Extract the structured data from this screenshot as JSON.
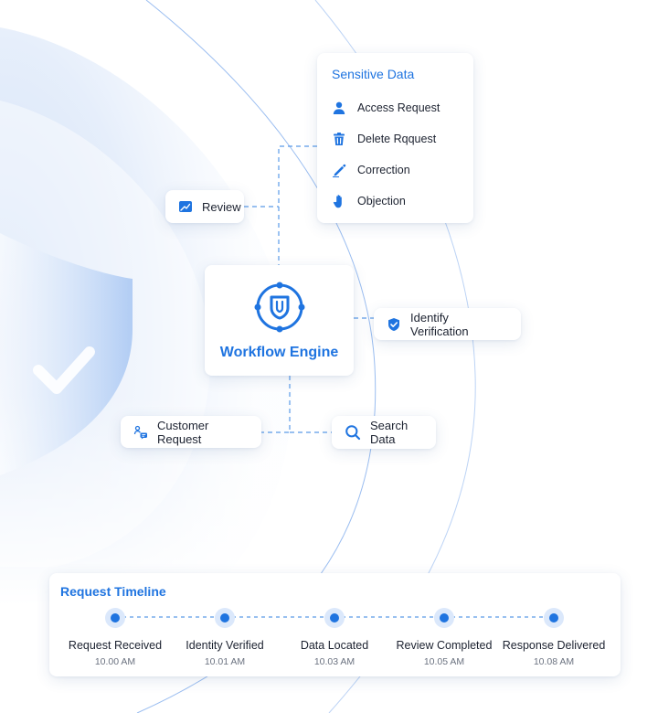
{
  "sensitive_data": {
    "title": "Sensitive Data",
    "items": [
      {
        "label": "Access Request",
        "icon": "person-icon"
      },
      {
        "label": "Delete Rqquest",
        "icon": "trash-icon"
      },
      {
        "label": "Correction",
        "icon": "pen-icon"
      },
      {
        "label": "Objection",
        "icon": "hand-icon"
      }
    ]
  },
  "review": {
    "label": "Review",
    "icon": "image-edit-icon"
  },
  "engine": {
    "label": "Workflow Engine",
    "icon": "shield-sync-icon"
  },
  "identify": {
    "label": "Identify Verification",
    "icon": "shield-check-icon"
  },
  "customer": {
    "label": "Customer Request",
    "icon": "user-chat-icon"
  },
  "search": {
    "label": "Search Data",
    "icon": "search-icon"
  },
  "timeline": {
    "title": "Request Timeline",
    "steps": [
      {
        "label": "Request Received",
        "time": "10.00 AM"
      },
      {
        "label": "Identity Verified",
        "time": "10.01 AM"
      },
      {
        "label": "Data Located",
        "time": "10.03 AM"
      },
      {
        "label": "Review Completed",
        "time": "10.05 AM"
      },
      {
        "label": "Response Delivered",
        "time": "10.08 AM"
      }
    ]
  },
  "colors": {
    "accent": "#1f74e0",
    "line": "#5b9be8",
    "shield": "#c7dbf7"
  }
}
